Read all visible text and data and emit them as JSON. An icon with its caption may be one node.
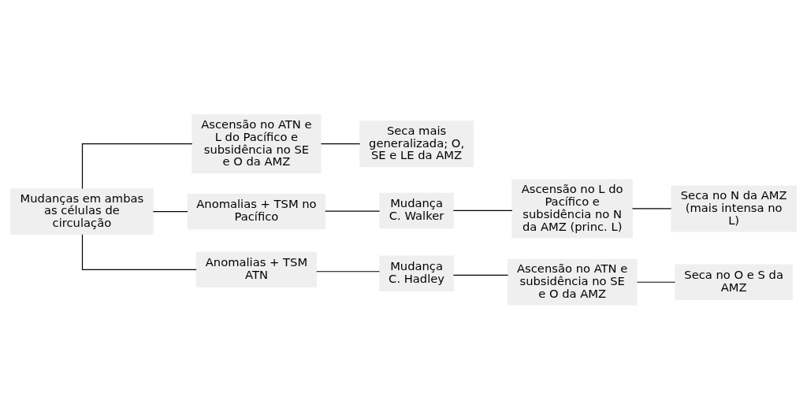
{
  "diagram": {
    "nodes": [
      {
        "text": [
          "Mudanças em ambas as células de circulação"
        ]
      },
      {
        "text": [
          "Ascensão no ATN e L do Pacífico e subsidência no SE e O da AMZ"
        ]
      },
      {
        "text": [
          "Seca mais generalizada; O, SE e LE da AMZ"
        ]
      },
      {
        "text": [
          "Anomalias + TSM no Pacífico"
        ]
      },
      {
        "text": [
          "Mudança",
          "C. Walker"
        ]
      },
      {
        "text": [
          "Ascensão no L do Pacífico e subsidência no N da AMZ (princ. L)"
        ]
      },
      {
        "text": [
          "Seca no N da AMZ (mais intensa no L)"
        ]
      },
      {
        "text": [
          "Anomalias + TSM ATN"
        ]
      },
      {
        "text": [
          "Mudança",
          "C. Hadley"
        ]
      },
      {
        "text": [
          "Ascensão no ATN e subsidência no SE e O da AMZ"
        ]
      },
      {
        "text": [
          "Seca no O e S da AMZ"
        ]
      }
    ],
    "edges": [
      {
        "from": 0,
        "to": 1,
        "arrow": "none"
      },
      {
        "from": 1,
        "to": 2,
        "arrow": "none"
      },
      {
        "from": 0,
        "to": 3,
        "arrow": "none"
      },
      {
        "from": 3,
        "to": 4,
        "arrow": "none"
      },
      {
        "from": 4,
        "to": 5,
        "arrow": "none"
      },
      {
        "from": 5,
        "to": 6,
        "arrow": "none"
      },
      {
        "from": 0,
        "to": 7,
        "arrow": "none"
      },
      {
        "from": 7,
        "to": 8,
        "arrow": "none"
      },
      {
        "from": 8,
        "to": 9,
        "arrow": "none"
      },
      {
        "from": 9,
        "to": 10,
        "arrow": "none"
      }
    ]
  }
}
